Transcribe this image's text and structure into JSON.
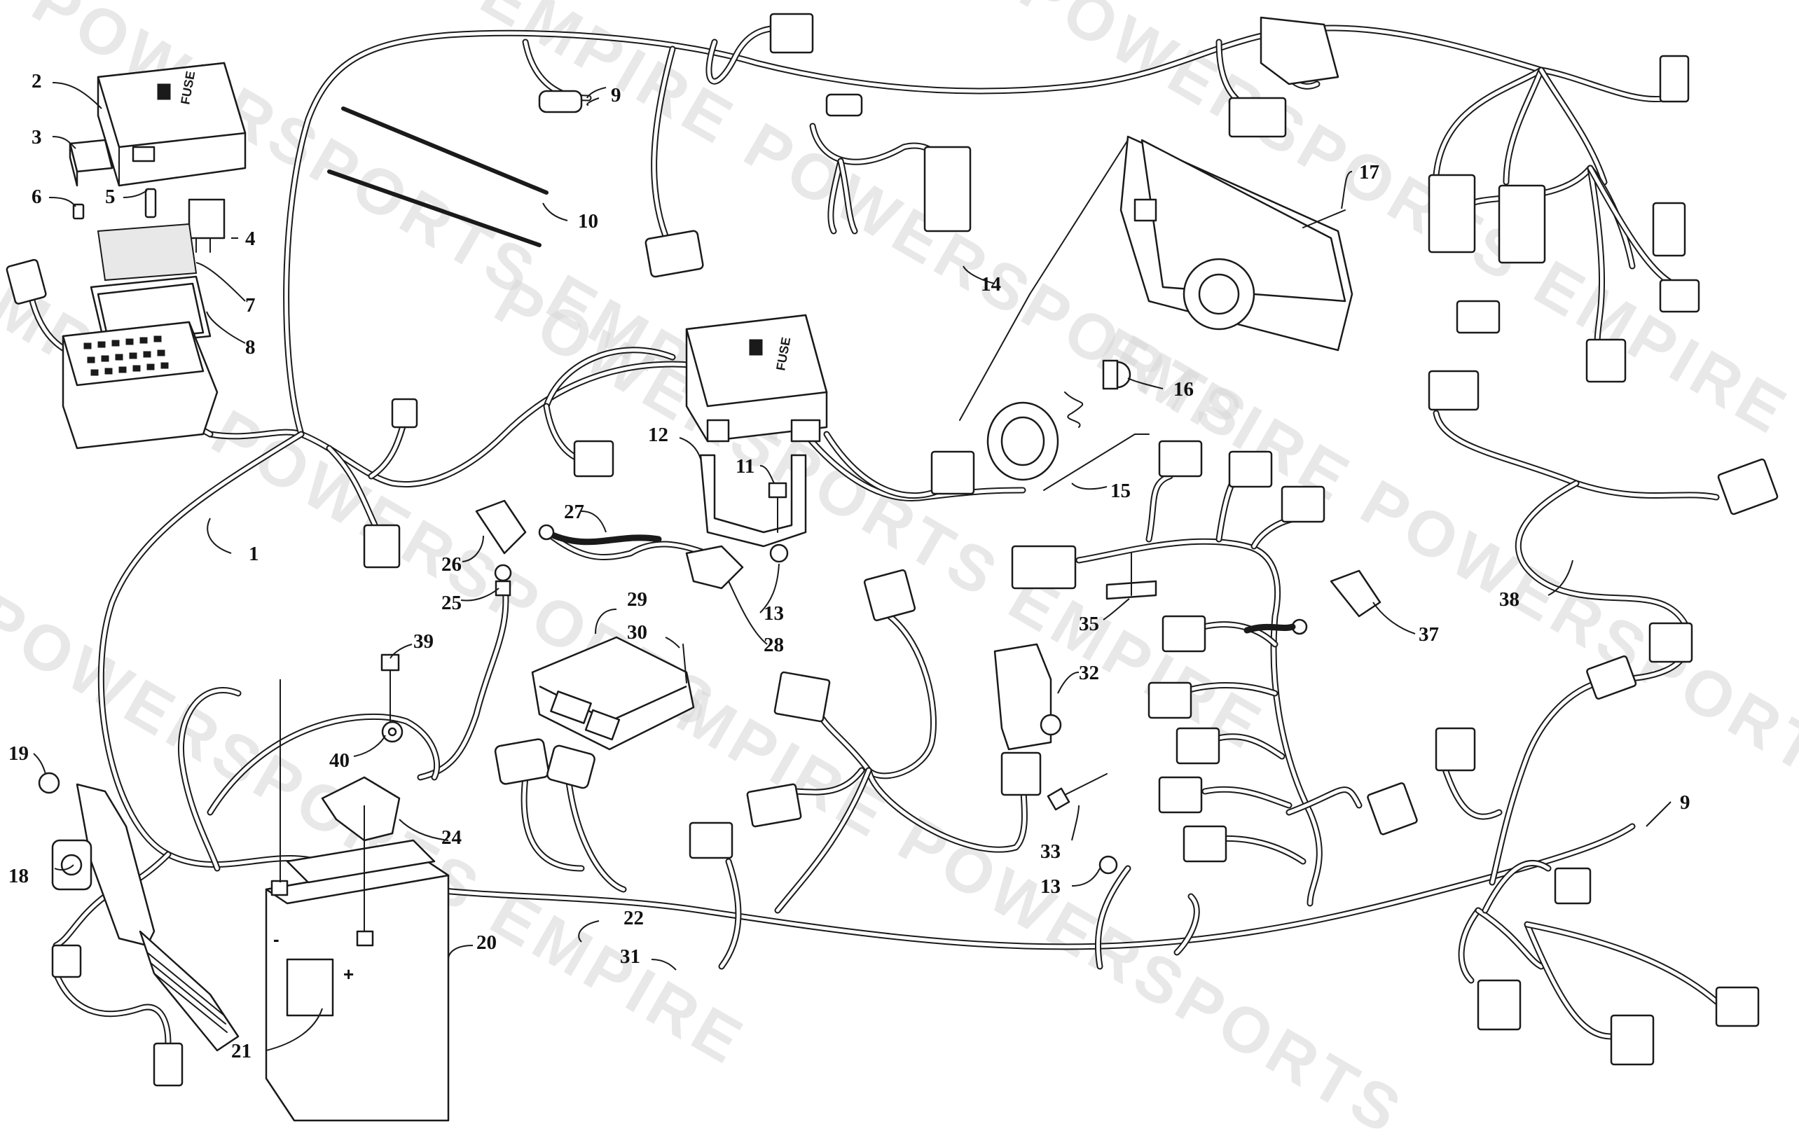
{
  "watermark": {
    "lines": [
      "POWERSPORTS EMPIRE",
      "EMPIRE POWERSPORTS",
      "POWERSPORTS EMPIRE",
      "EMPIRE POWERSPORTS",
      "POWERSPORTS EMPIRE",
      "EMPIRE POWERSPORTS",
      "POWERSPORTS EMPIRE",
      "EMPIRE POWERSPORTS"
    ]
  },
  "fuse_box": {
    "label": "FUSE"
  },
  "battery": {
    "minus": "-",
    "plus": "+"
  },
  "callouts": {
    "c1": "1",
    "c2": "2",
    "c3": "3",
    "c4": "4",
    "c5": "5",
    "c6": "6",
    "c7": "7",
    "c8": "8",
    "c9a": "9",
    "c9b": "9",
    "c10": "10",
    "c11": "11",
    "c12": "12",
    "c13a": "13",
    "c13b": "13",
    "c14": "14",
    "c15": "15",
    "c16": "16",
    "c17": "17",
    "c18": "18",
    "c19": "19",
    "c20": "20",
    "c21": "21",
    "c22": "22",
    "c24": "24",
    "c25": "25",
    "c26": "26",
    "c27": "27",
    "c28": "28",
    "c29": "29",
    "c30": "30",
    "c31": "31",
    "c32": "32",
    "c33": "33",
    "c35": "35",
    "c37": "37",
    "c38": "38",
    "c39": "39",
    "c40": "40"
  },
  "icons": [
    "fuse-box-icon",
    "relay-icon",
    "battery-icon",
    "ecu-icon",
    "headlight-icon",
    "throttle-pedal-icon",
    "connector-icon"
  ]
}
